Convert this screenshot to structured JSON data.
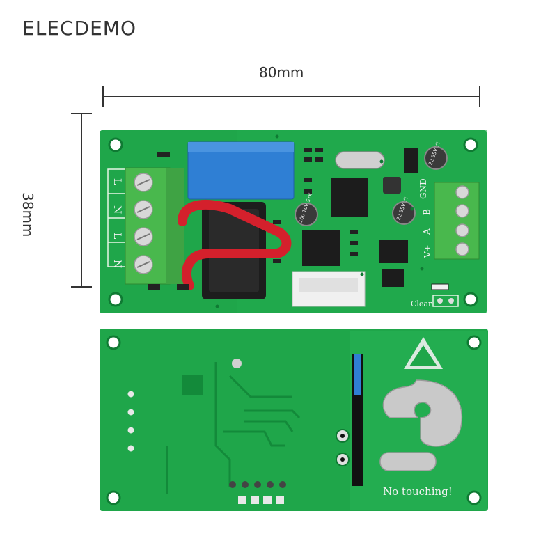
{
  "brand": "ELECDEMO",
  "dimensions": {
    "width_label": "80mm",
    "height_label": "38mm"
  },
  "front_board": {
    "terminal_labels": [
      "L",
      "N",
      "L",
      "N"
    ],
    "right_terminal_labels": [
      "GND",
      "B",
      "A",
      "V+"
    ],
    "silkscreen_clear": "Clear",
    "capacitor_1": "100 10V SYK",
    "capacitor_2": "22 35V YT",
    "capacitor_3": "22 35V YT"
  },
  "back_board": {
    "warning_text": "No touching!"
  },
  "colors": {
    "pcb_green": "#1fa64a",
    "pcb_dark": "#138a3a",
    "relay_blue": "#2f7fd4",
    "terminal_green": "#49b84d",
    "wire_red": "#d4202c"
  }
}
